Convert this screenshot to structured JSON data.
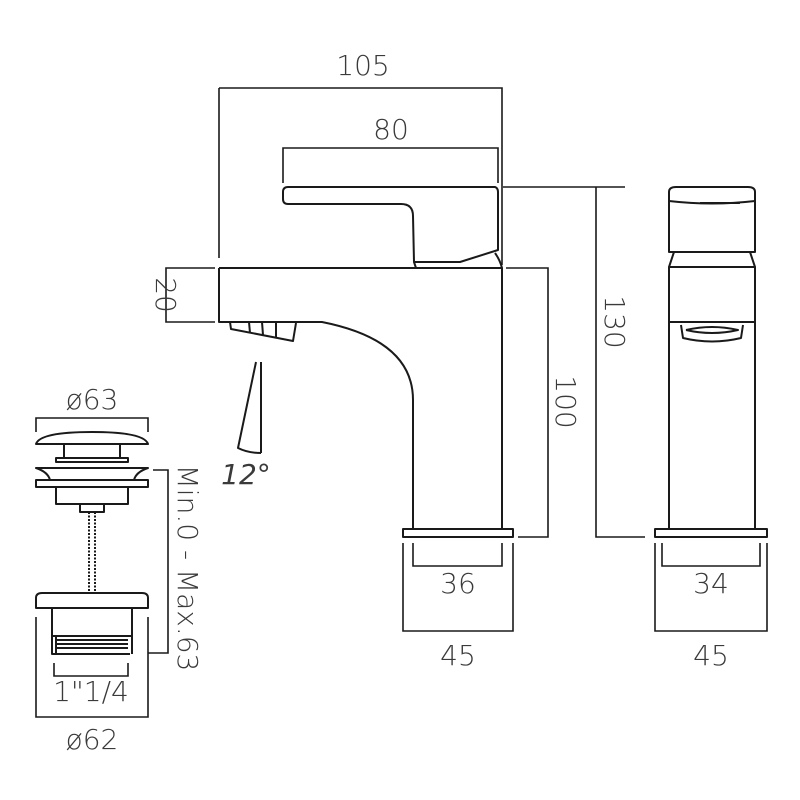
{
  "title": "Basin mixer and click-clack waste technical dimension drawing",
  "dimensions": {
    "overall_length": "105",
    "lever_length": "80",
    "spout_height_thickness": "20",
    "tap_height_to_spout": "100",
    "tap_total_height": "130",
    "spray_angle": "12°",
    "side_base_inner": "36",
    "side_base_outer": "45",
    "front_base_inner": "34",
    "front_base_outer": "45"
  },
  "waste": {
    "cap_diameter": "ø63",
    "body_diameter": "ø62",
    "thread_size": "1\"1/4",
    "adjust_range": "Min.0 - Max.63"
  },
  "colors": {
    "line": "#1a1a1a",
    "text": "#3a3a3a"
  }
}
